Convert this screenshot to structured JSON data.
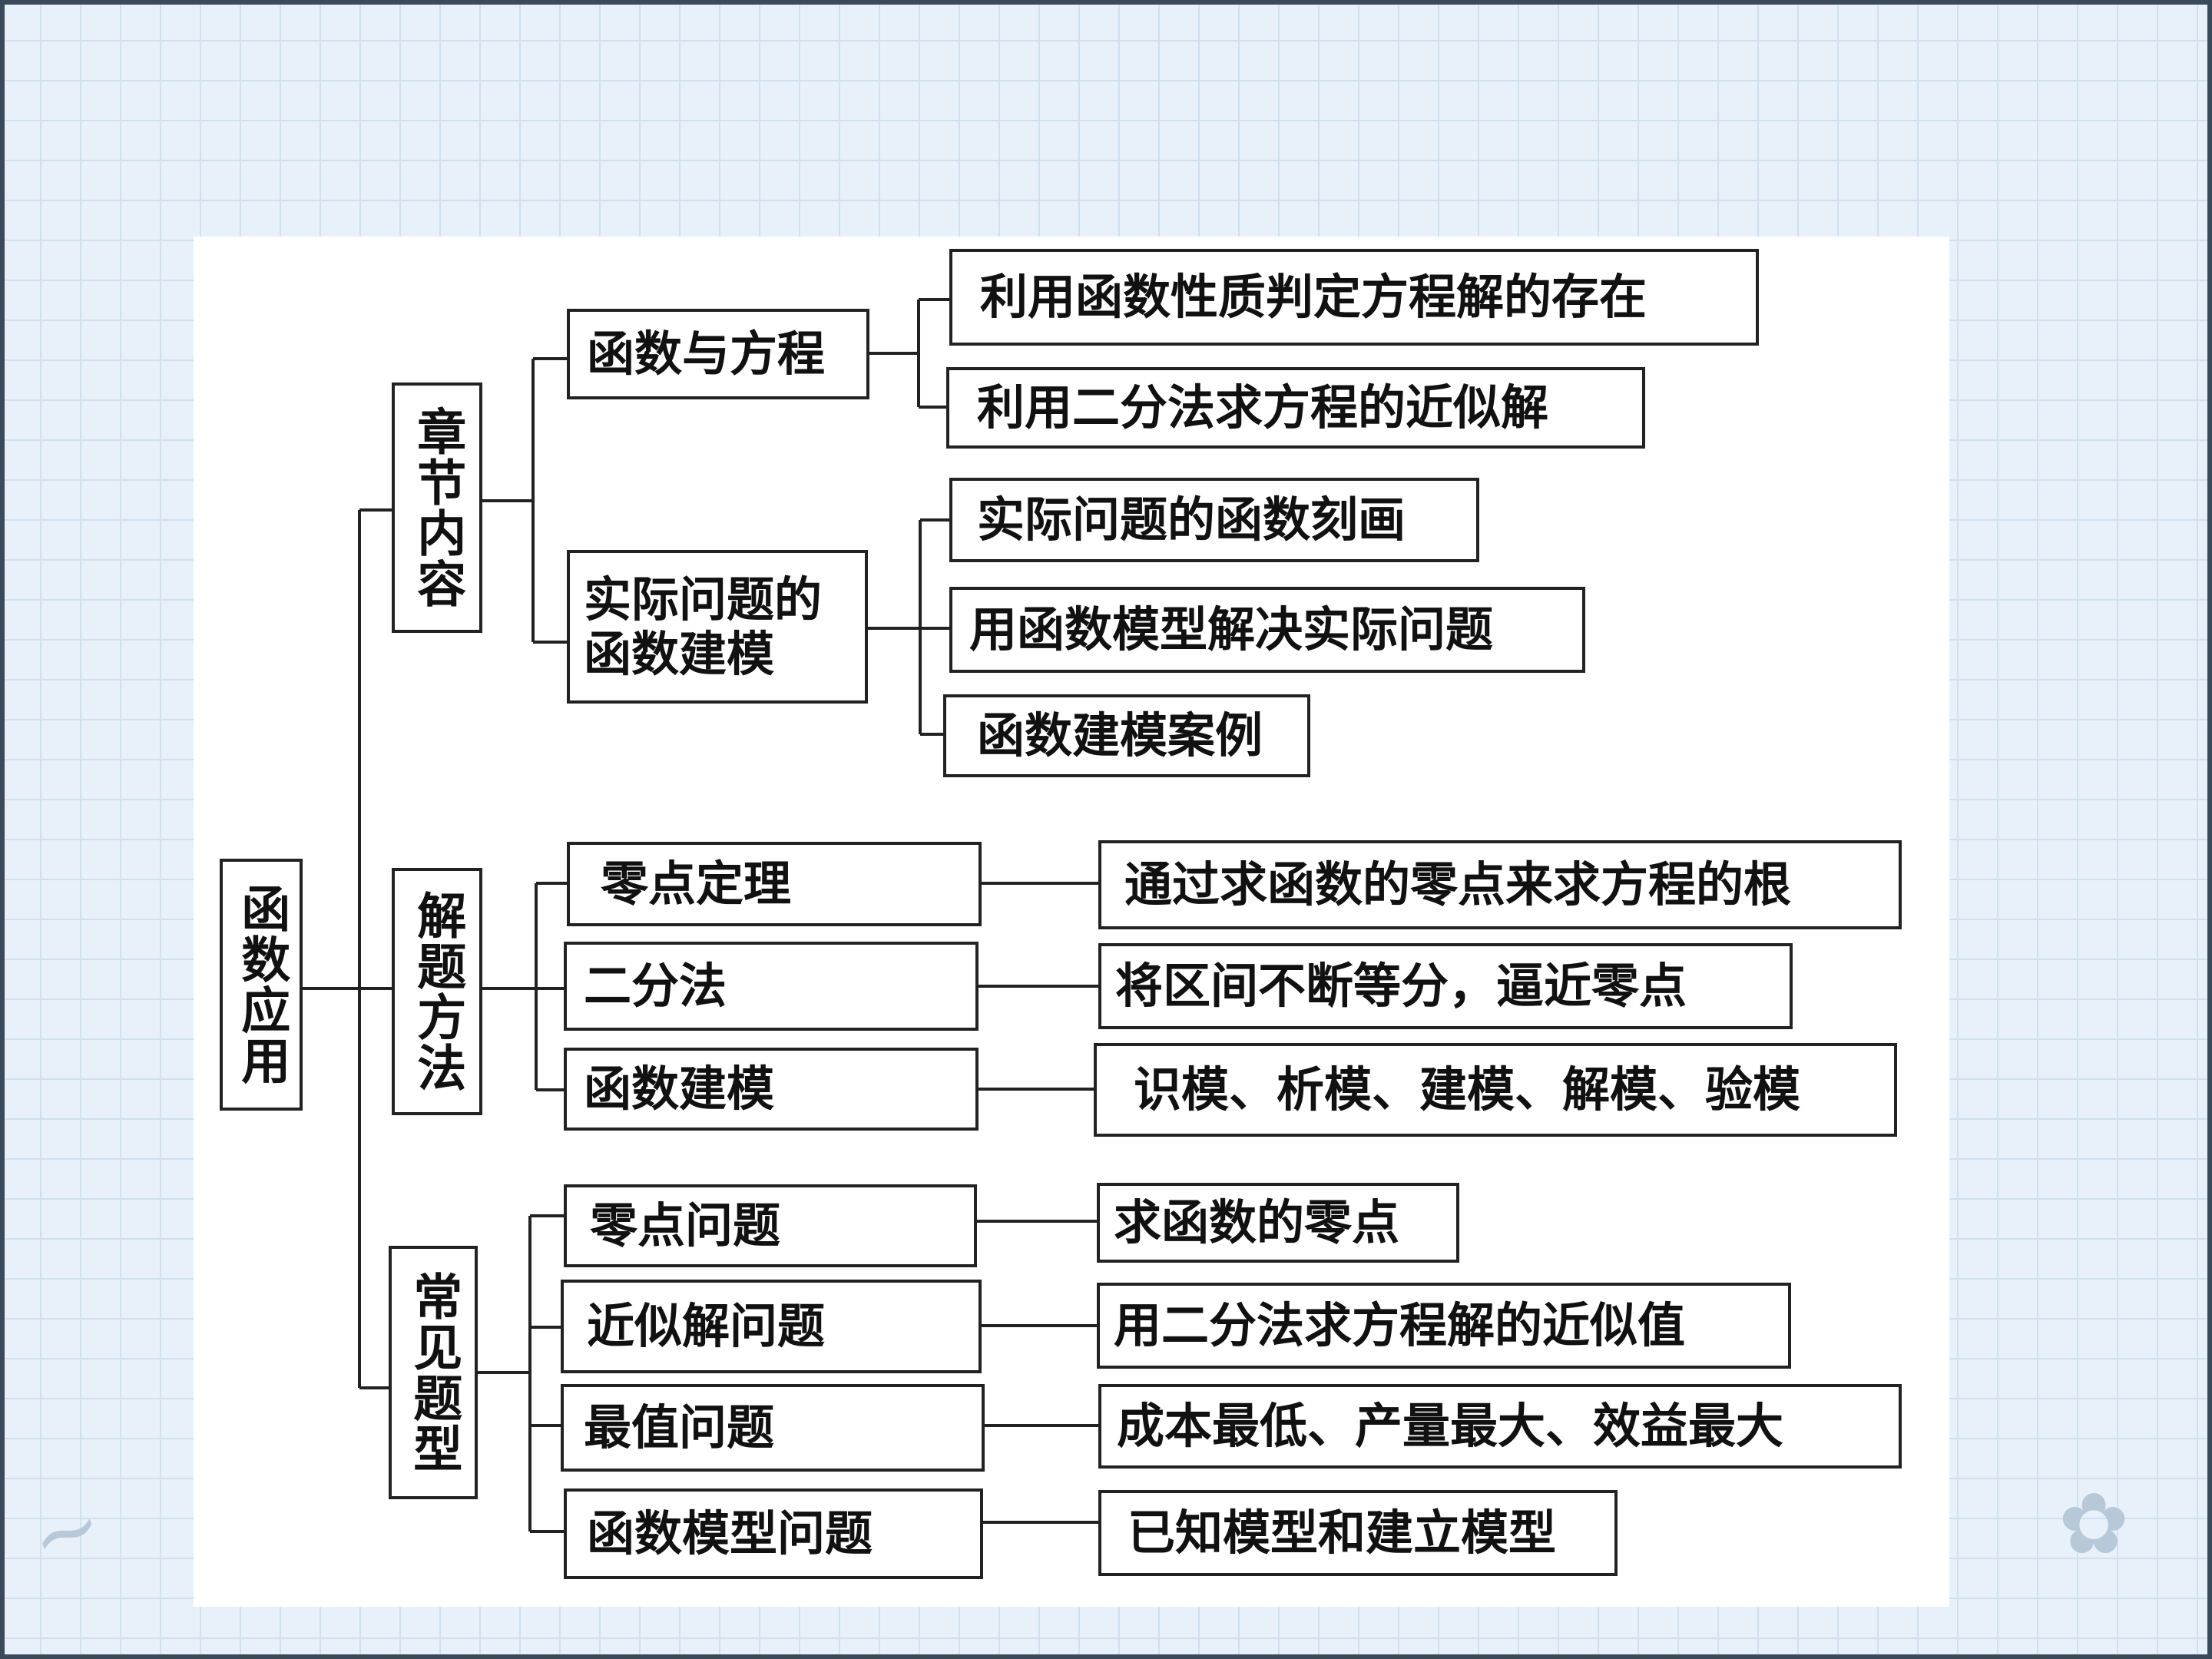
{
  "root": "函数应用",
  "branches": {
    "chapter": "章节内容",
    "methods": "解题方法",
    "problems": "常见题型"
  },
  "chapter_items": {
    "func_equation": "函数与方程",
    "func_equation_children": [
      "利用函数性质判定方程解的存在",
      "利用二分法求方程的近似解"
    ],
    "modeling_line1": "实际问题的",
    "modeling_line2": "函数建模",
    "modeling_children": [
      "实际问题的函数刻画",
      "用函数模型解决实际问题",
      "函数建模案例"
    ]
  },
  "methods": [
    {
      "label": "零点定理",
      "detail": "通过求函数的零点来求方程的根"
    },
    {
      "label": "二分法",
      "detail": "将区间不断等分，逼近零点"
    },
    {
      "label": "函数建模",
      "detail": "识模、析模、建模、解模、验模"
    }
  ],
  "problems": [
    {
      "label": "零点问题",
      "detail": "求函数的零点"
    },
    {
      "label": "近似解问题",
      "detail": "用二分法求方程解的近似值"
    },
    {
      "label": "最值问题",
      "detail": "成本最低、产量最大、效益最大"
    },
    {
      "label": "函数模型问题",
      "detail": "已知模型和建立模型"
    }
  ],
  "colors": {
    "background": "#e8f1f9",
    "grid": "#cfe0ef",
    "box_border": "#222222",
    "panel": "#ffffff"
  }
}
